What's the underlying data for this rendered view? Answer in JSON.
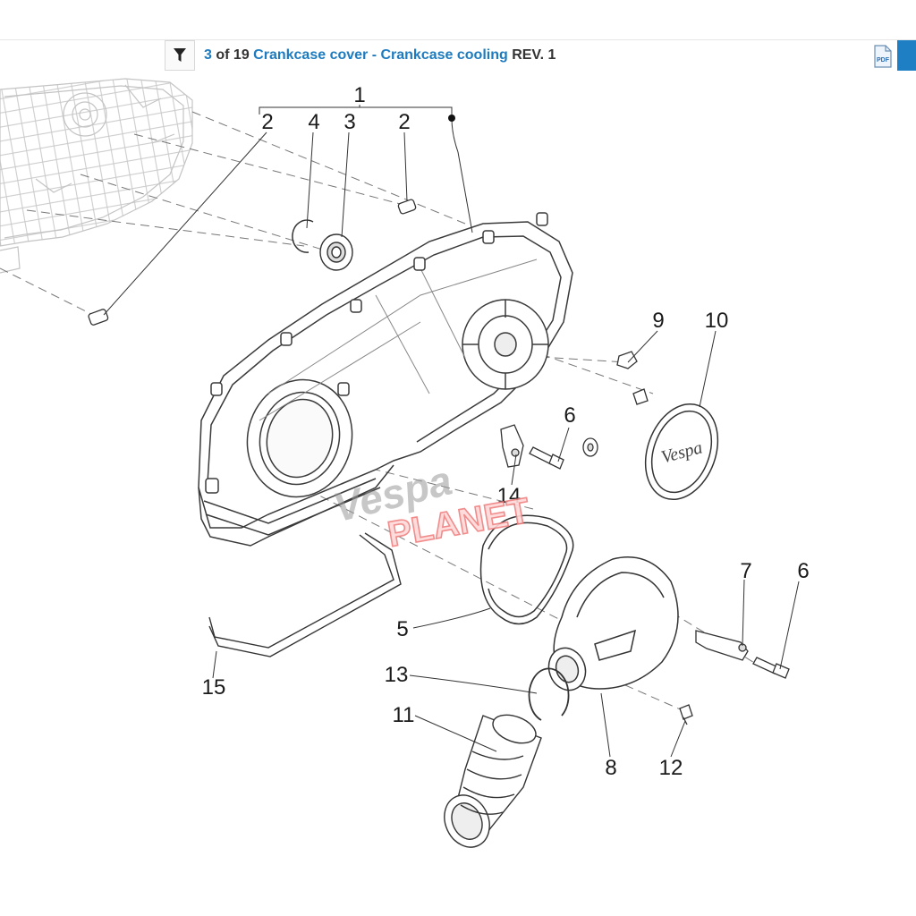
{
  "header": {
    "position": "3",
    "of_label": "of",
    "total": "19",
    "title": "Crankcase cover - Crankcase cooling",
    "revision": "REV. 1",
    "filter_icon": "filter-icon",
    "pdf_icon": "pdf-icon",
    "pdf_label": "PDF"
  },
  "diagram": {
    "labels": [
      "1",
      "2",
      "4",
      "3",
      "2",
      "9",
      "10",
      "6",
      "14",
      "7",
      "6",
      "5",
      "13",
      "11",
      "8",
      "12",
      "15"
    ],
    "brand_badge": "Vespa",
    "watermark": {
      "brand": "Vespa",
      "word": "PLANET"
    }
  },
  "colors": {
    "accent": "#1e7bbf",
    "tab": "#1f7fc4",
    "watermark_red": "#f08080"
  }
}
